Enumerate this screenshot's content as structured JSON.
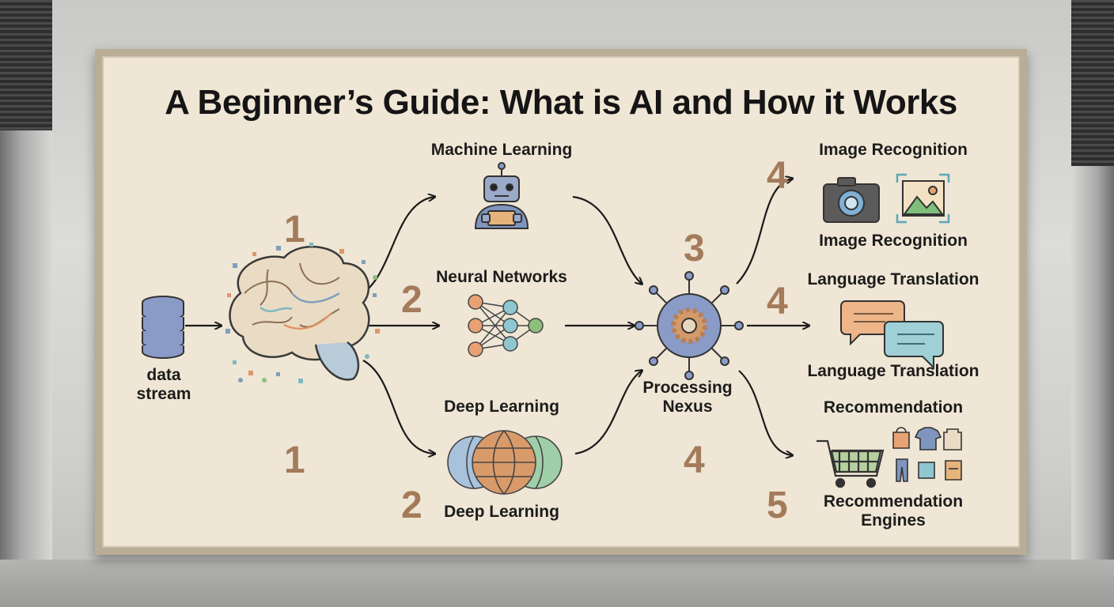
{
  "title": "A Beginner’s Guide: What is AI and How it Works",
  "labels": {
    "data_stream_line1": "data",
    "data_stream_line2": "stream",
    "machine_learning": "Machine Learning",
    "neural_networks": "Neural Networks",
    "deep_learning_top": "Deep Learning",
    "deep_learning_bottom": "Deep Learning",
    "processing_nexus_line1": "Processing",
    "processing_nexus_line2": "Nexus",
    "image_recognition_top": "Image Recognition",
    "image_recognition_bottom": "Image Recognition",
    "language_translation_top": "Language Translation",
    "language_translation_bottom": "Language Translation",
    "recommendation_top": "Recommendation",
    "recommendation_bottom_line1": "Recommendation",
    "recommendation_bottom_line2": "Engines"
  },
  "step_numbers": {
    "brain_top": "1",
    "brain_bottom": "1",
    "neural_left": "2",
    "deep_left": "2",
    "nexus_top": "3",
    "nexus_bottom": "4",
    "image_left": "4",
    "language_left": "4",
    "recommend_left": "5"
  },
  "icons": [
    "database-icon",
    "brain-icon",
    "robot-icon",
    "neural-network-icon",
    "globe-sphere-icon",
    "hub-gear-icon",
    "camera-icon",
    "picture-icon",
    "chat-bubbles-icon",
    "shopping-cart-icon",
    "clothing-items-icon"
  ],
  "colors": {
    "board": "#efe6d5",
    "frame": "#b9ad98",
    "number": "#a47b5a",
    "text": "#1c1c1c",
    "blue": "#8aa9c9",
    "orange": "#e8a173",
    "teal": "#7fb8c0",
    "green": "#8dbf7c"
  }
}
